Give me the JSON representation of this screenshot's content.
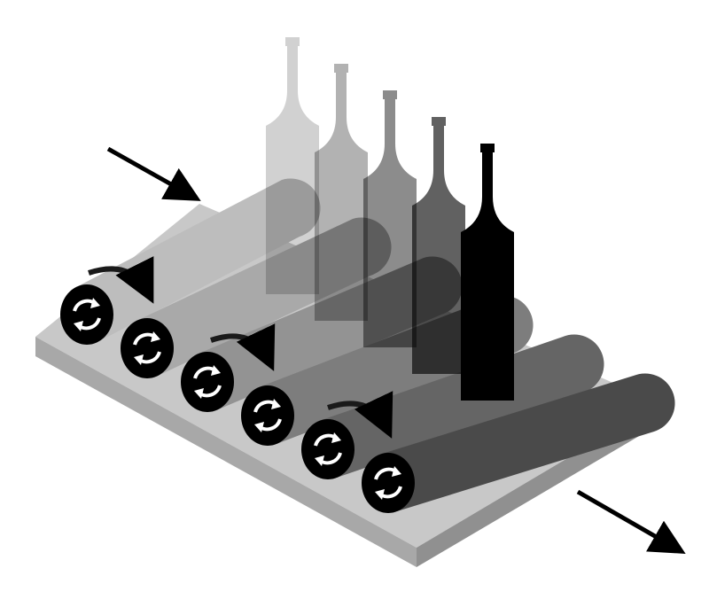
{
  "diagram": {
    "subject": "roller-shelf-with-bottle-sliding-out",
    "flow_in_arrow_icon": "arrow-down-right-icon",
    "flow_out_arrow_icon": "arrow-down-right-icon",
    "roller_rotation_icon": "circular-arrows-icon",
    "motion_arrow_icon": "curved-arrow-icon",
    "roller_count": 6,
    "bottle_ghost_count": 5,
    "colors": {
      "background": "#ffffff",
      "shelf_top": "#c8c8c8",
      "shelf_front": "#a8a8a8",
      "shelf_side": "#9a9a9a",
      "roller_body_light": "#c2c2c2",
      "roller_body_dark": "#4a4a4a",
      "roller_cap": "#000000",
      "roller_cap_icon": "#ffffff",
      "bottle": "#000000",
      "arrow": "#000000"
    },
    "roller_shades": [
      "#bdbdbd",
      "#a9a9a9",
      "#939393",
      "#7d7d7d",
      "#656565",
      "#4a4a4a"
    ],
    "bottle_opacities": [
      0.18,
      0.3,
      0.45,
      0.62,
      1
    ]
  }
}
